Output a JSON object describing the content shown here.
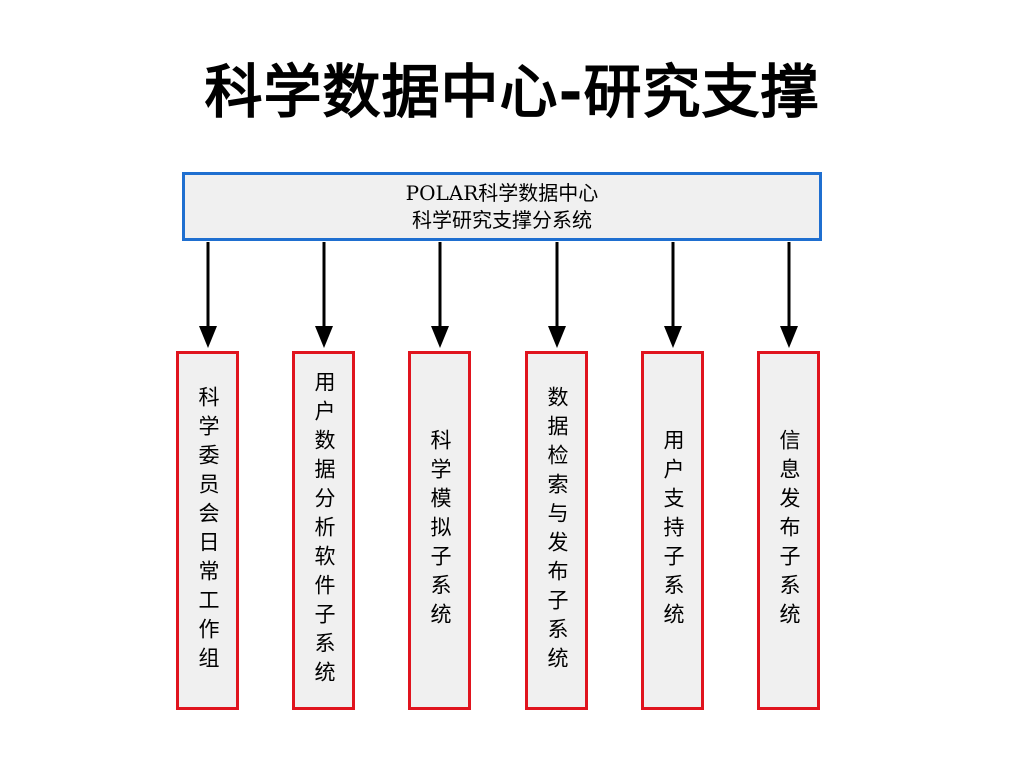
{
  "title": "科学数据中心-研究支撑",
  "root": {
    "line1": "POLAR科学数据中心",
    "line2": "科学研究支撑分系统"
  },
  "children": [
    {
      "label": "科学委员会日常工作组"
    },
    {
      "label": "用户数据分析软件子系统"
    },
    {
      "label": "科学模拟子系统"
    },
    {
      "label": "数据检索与发布子系统"
    },
    {
      "label": "用户支持子系统"
    },
    {
      "label": "信息发布子系统"
    }
  ],
  "colors": {
    "root_border": "#1f6fd0",
    "child_border": "#e0141e",
    "box_fill": "#f0f0f0",
    "arrow": "#000000"
  }
}
